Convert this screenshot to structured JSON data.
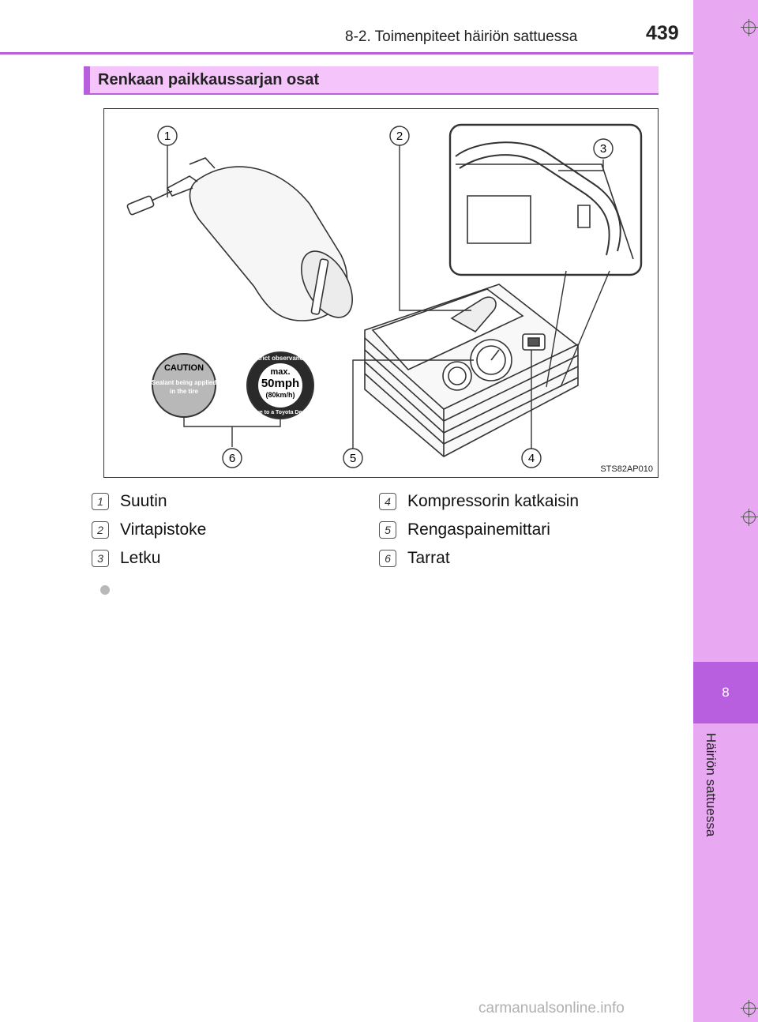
{
  "header": {
    "title": "8-2. Toimenpiteet häiriön sattuessa",
    "page_number": "439"
  },
  "side_tab": {
    "chapter_number": "8",
    "chapter_label": "Häiriön sattuessa"
  },
  "section": {
    "title": "Renkaan paikkaussarjan osat"
  },
  "figure": {
    "code": "STS82AP010",
    "callouts": [
      "1",
      "2",
      "3",
      "4",
      "5",
      "6"
    ],
    "sticker_caution": {
      "title": "CAUTION",
      "line1": "Sealant being applied",
      "line2": "in the tire"
    },
    "sticker_speed": {
      "top_arc": "Strict observance",
      "max": "max.",
      "speed": "50mph",
      "kmh": "(80km/h)",
      "bottom_arc": "Drive to a Toyota Dealer"
    }
  },
  "legend": [
    {
      "num": "1",
      "text": "Suutin"
    },
    {
      "num": "2",
      "text": "Virtapistoke"
    },
    {
      "num": "3",
      "text": "Letku"
    },
    {
      "num": "4",
      "text": "Kompressorin katkaisin"
    },
    {
      "num": "5",
      "text": "Rengaspainemittari"
    },
    {
      "num": "6",
      "text": "Tarrat"
    }
  ],
  "watermark": "carmanualsonline.info"
}
